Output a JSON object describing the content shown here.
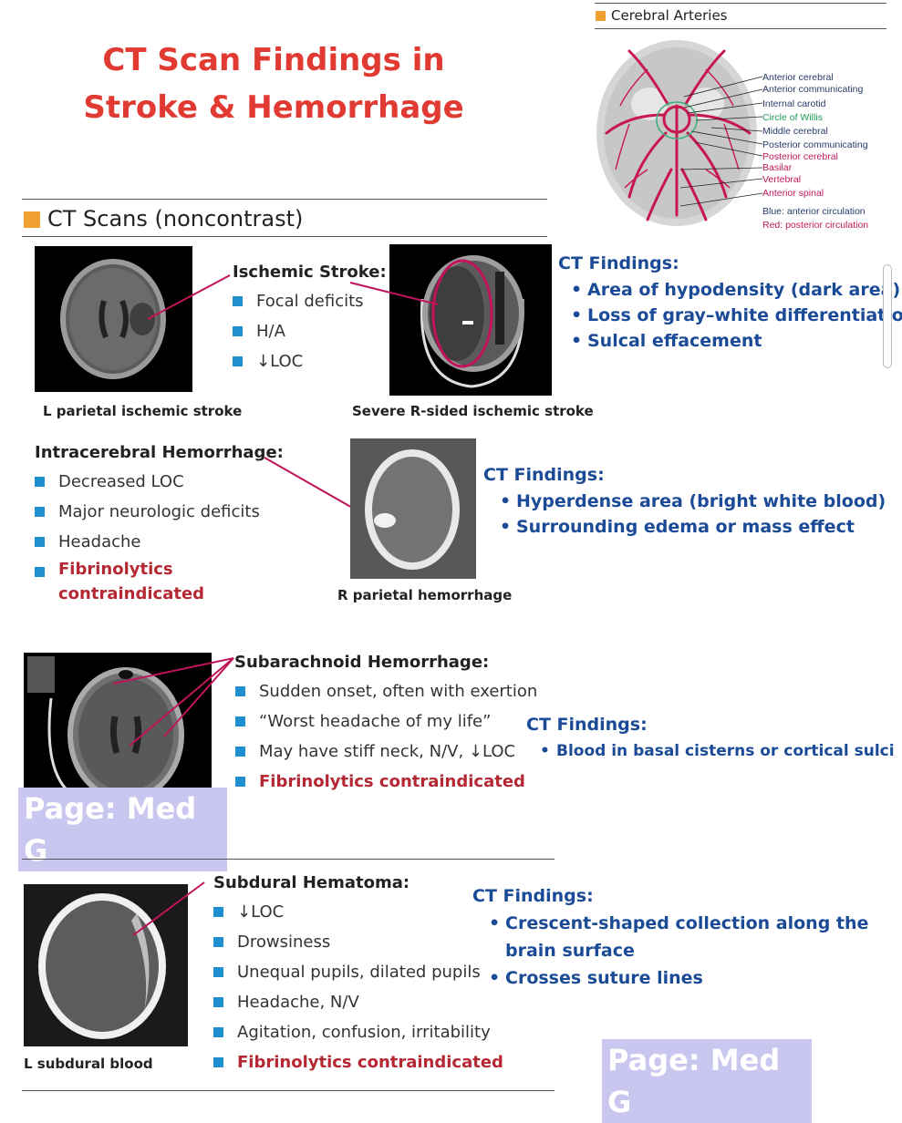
{
  "title": "CT Scan Findings in Stroke & Hemorrhage",
  "arteries": {
    "heading": "Cerebral Arteries",
    "labels": [
      {
        "text": "Anterior cerebral",
        "color": "#2a3a6a"
      },
      {
        "text": "Anterior communicating",
        "color": "#2a3a6a"
      },
      {
        "text": "Internal carotid",
        "color": "#2a3a6a"
      },
      {
        "text": "Circle of Willis",
        "color": "#1f9a5a"
      },
      {
        "text": "Middle cerebral",
        "color": "#2a3a6a"
      },
      {
        "text": "Posterior communicating",
        "color": "#2a3a6a"
      },
      {
        "text": "Posterior cerebral",
        "color": "#c2185b"
      },
      {
        "text": "Basilar",
        "color": "#c2185b"
      },
      {
        "text": "Vertebral",
        "color": "#c2185b"
      },
      {
        "text": "Anterior spinal",
        "color": "#c2185b"
      }
    ],
    "legend_blue": "Blue: anterior circulation",
    "legend_red": "Red: posterior circulation"
  },
  "section": {
    "title": "CT Scans (noncontrast)"
  },
  "ischemic": {
    "heading": "Ischemic Stroke:",
    "items": [
      "Focal deficits",
      "H/A",
      "↓LOC"
    ],
    "caption_left": "L parietal ischemic stroke",
    "caption_right": "Severe R-sided ischemic stroke",
    "findings_title": "CT Findings:",
    "findings": [
      "Area of hypodensity (dark area)",
      "Loss of gray–white differentiation",
      "Sulcal effacement"
    ]
  },
  "ich": {
    "heading": "Intracerebral Hemorrhage:",
    "items": [
      "Decreased LOC",
      "Major neurologic deficits",
      "Headache"
    ],
    "warn": "Fibrinolytics contraindicated",
    "caption": "R parietal hemorrhage",
    "findings_title": "CT Findings:",
    "findings": [
      "Hyperdense area (bright white blood)",
      "Surrounding edema or mass effect"
    ]
  },
  "sah": {
    "heading": "Subarachnoid Hemorrhage:",
    "items": [
      "Sudden onset, often with exertion",
      "“Worst headache of my life”",
      "May have stiff neck, N/V, ↓LOC"
    ],
    "warn": "Fibrinolytics contraindicated",
    "findings_title": "CT Findings:",
    "findings": [
      "Blood in basal cisterns or cortical sulci"
    ]
  },
  "sdh": {
    "heading": "Subdural Hematoma:",
    "items": [
      "↓LOC",
      "Drowsiness",
      "Unequal pupils, dilated pupils",
      "Headache, N/V",
      "Agitation, confusion, irritability"
    ],
    "warn": "Fibrinolytics contraindicated",
    "caption": "L subdural blood",
    "findings_title": "CT Findings:",
    "findings": [
      "Crescent-shaped collection along the",
      "brain surface",
      "Crosses suture lines"
    ]
  },
  "watermark": "Page: Med G"
}
